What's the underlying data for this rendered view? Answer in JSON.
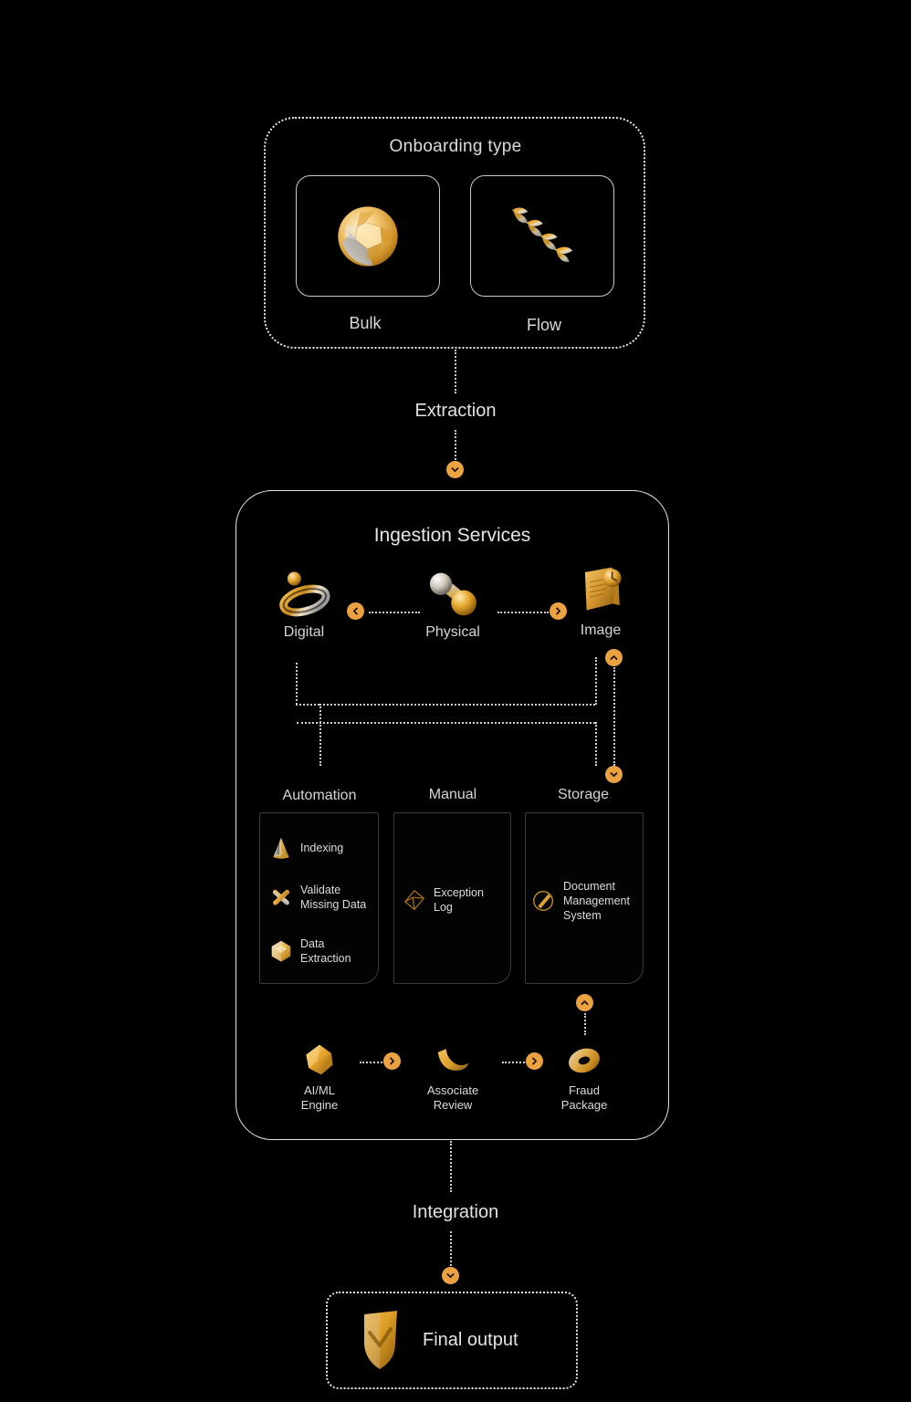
{
  "theme": {
    "background": "#000000",
    "accent": "#eba341",
    "line": "#cfcfcf",
    "text": "#d8d8d8",
    "panel_border": "#3b3b3b"
  },
  "onboarding": {
    "title": "Onboarding type",
    "options": [
      {
        "label": "Bulk",
        "icon": "faceted-sphere-icon"
      },
      {
        "label": "Flow",
        "icon": "twisted-ribbon-icon"
      }
    ]
  },
  "stages": {
    "extraction": "Extraction",
    "integration": "Integration"
  },
  "ingestion": {
    "title": "Ingestion Services",
    "sources": [
      {
        "label": "Digital",
        "icon": "gold-ring-icon"
      },
      {
        "label": "Physical",
        "icon": "molecule-icon"
      },
      {
        "label": "Image",
        "icon": "document-image-icon"
      }
    ],
    "source_connectors": [
      {
        "direction": "left",
        "icon": "chevron-left-icon"
      },
      {
        "direction": "right",
        "icon": "chevron-right-icon"
      }
    ],
    "columns": [
      {
        "header": "Automation",
        "items": [
          {
            "label": "Indexing",
            "icon": "cone-icon"
          },
          {
            "label": "Validate\nMissing Data",
            "icon": "cross-bars-icon"
          },
          {
            "label": "Data\nExtraction",
            "icon": "hexagon-gem-icon"
          }
        ]
      },
      {
        "header": "Manual",
        "items": [
          {
            "label": "Exception\nLog",
            "icon": "wireframe-cube-icon"
          }
        ]
      },
      {
        "header": "Storage",
        "items": [
          {
            "label": "Document\nManagement\nSystem",
            "icon": "disc-pen-icon"
          }
        ]
      }
    ],
    "processes": [
      {
        "label": "AI/ML\nEngine",
        "icon": "crystal-shard-icon"
      },
      {
        "label": "Associate\nReview",
        "icon": "gold-crescent-icon"
      },
      {
        "label": "Fraud\nPackage",
        "icon": "torus-ring-icon"
      }
    ],
    "process_connectors": [
      {
        "direction": "right",
        "icon": "chevron-right-icon"
      },
      {
        "direction": "right",
        "icon": "chevron-right-icon"
      }
    ],
    "flow_nubs": [
      {
        "name": "image-up-nub",
        "icon": "chevron-up-icon"
      },
      {
        "name": "storage-down-nub",
        "icon": "chevron-down-icon"
      },
      {
        "name": "fraud-up-nub",
        "icon": "chevron-up-icon"
      }
    ]
  },
  "extraction_nub": {
    "icon": "chevron-down-icon"
  },
  "integration_nub": {
    "icon": "chevron-down-icon"
  },
  "final_output": {
    "label": "Final output",
    "icon": "gold-shield-icon"
  }
}
